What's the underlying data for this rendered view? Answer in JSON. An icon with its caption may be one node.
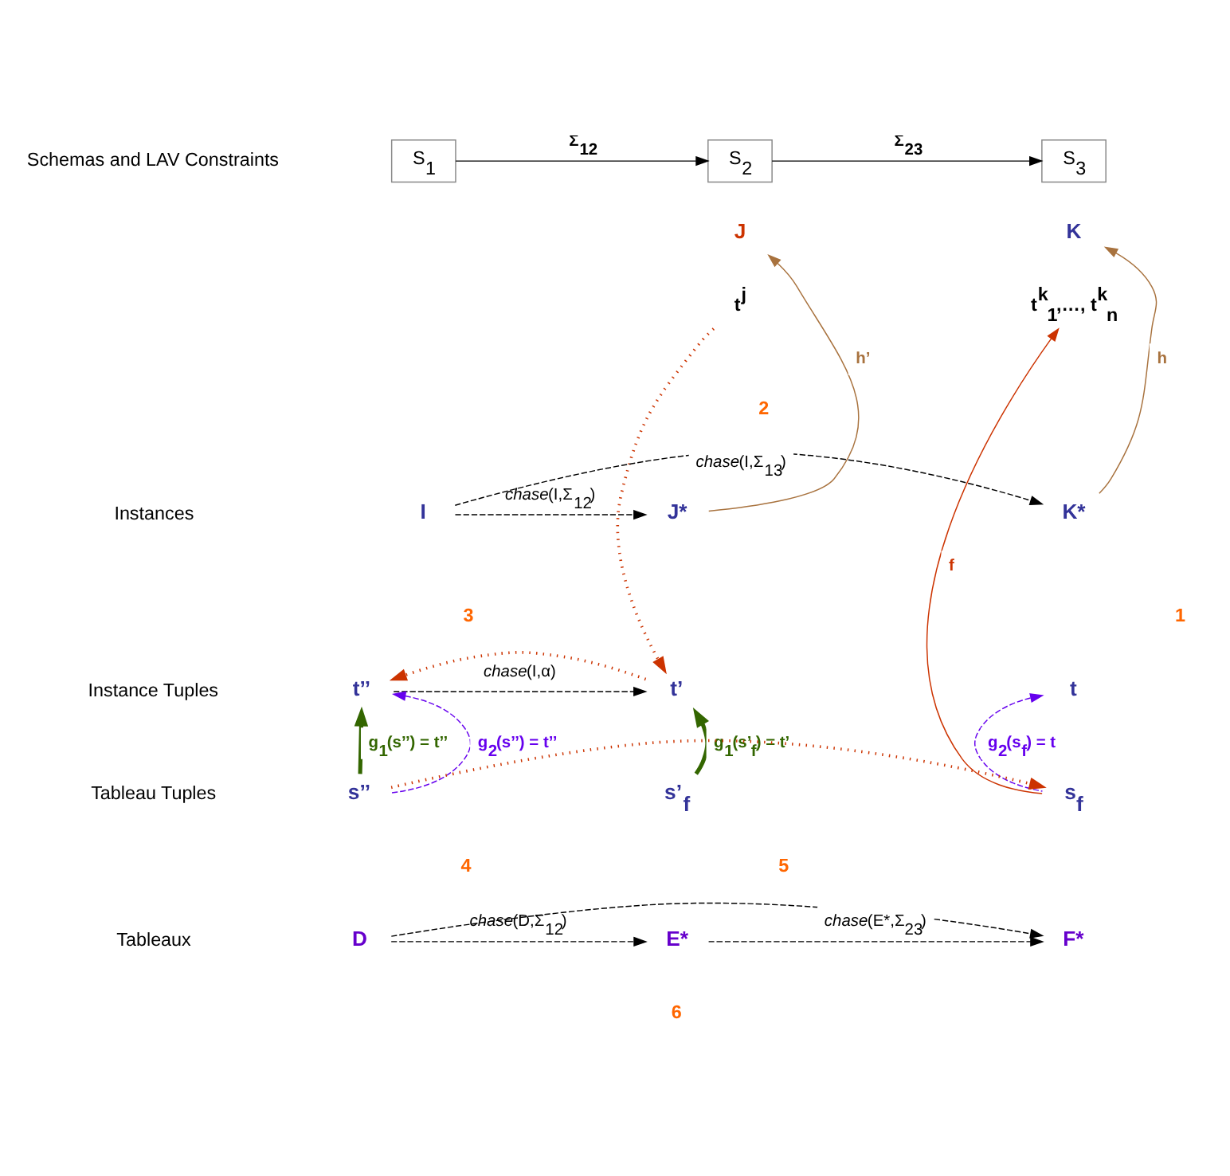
{
  "diagram": {
    "nodes": [
      {
        "text": [
          "S$_{1}$"
        ]
      },
      {
        "text": [
          "S$_{2}$"
        ]
      },
      {
        "text": [
          "S$_{3}$"
        ]
      },
      {
        "text": [
          "J"
        ]
      },
      {
        "text": [
          "t$^{j}$"
        ]
      },
      {
        "text": [
          "K"
        ]
      },
      {
        "text": [
          "t$^{k}$$_{1}$,…, t$^{k}$$_{n}$"
        ]
      },
      {
        "text": [
          "I"
        ]
      },
      {
        "text": [
          "J*"
        ]
      },
      {
        "text": [
          "K*"
        ]
      },
      {
        "text": [
          "t’’"
        ]
      },
      {
        "text": [
          "t’"
        ]
      },
      {
        "text": [
          "t"
        ]
      },
      {
        "text": [
          "s’’"
        ]
      },
      {
        "text": [
          "s’$_{f}$"
        ]
      },
      {
        "text": [
          "s$_{f}$"
        ]
      },
      {
        "text": [
          "D"
        ]
      },
      {
        "text": [
          "E*"
        ]
      },
      {
        "text": [
          "F*"
        ]
      }
    ],
    "edges": [
      {
        "from": 0,
        "to": 1,
        "arrow": "to",
        "label": "Σ$_{12}$"
      },
      {
        "from": 1,
        "to": 2,
        "arrow": "to",
        "label": "Σ$_{23}$"
      },
      {
        "from": 8,
        "to": 3,
        "arrow": "to",
        "label": "h’",
        "color": "#a8723e"
      },
      {
        "from": 9,
        "to": 5,
        "arrow": "to",
        "label": "h",
        "color": "#a8723e"
      },
      {
        "from": 7,
        "to": 8,
        "arrow": "to",
        "style": "dashed",
        "label": "*chase*(I,Σ$_{12}$)"
      },
      {
        "from": 7,
        "to": 9,
        "arrow": "to",
        "style": "dashed",
        "label": "*chase*(I,Σ$_{13}$)"
      },
      {
        "from": 4,
        "to": 11,
        "arrow": "to",
        "style": "dashed",
        "color": "#cc3300"
      },
      {
        "from": 11,
        "to": 10,
        "arrow": "to",
        "style": "dashed",
        "color": "#cc3300"
      },
      {
        "from": 10,
        "to": 11,
        "arrow": "to",
        "style": "dashed",
        "label": "*chase*(I,α)"
      },
      {
        "from": 13,
        "to": 10,
        "arrow": "to",
        "style": "thick",
        "color": "#336600",
        "label": "g$_{1}$(s’’) = t’’"
      },
      {
        "from": 13,
        "to": 10,
        "arrow": "to",
        "style": "dashed",
        "color": "#6600ee",
        "label": "g$_{2}$(s’’) = t’’"
      },
      {
        "from": 14,
        "to": 11,
        "arrow": "to",
        "style": "thick",
        "color": "#336600",
        "label": "g$_{1}$(s’$_{f}$) = t’"
      },
      {
        "from": 15,
        "to": 12,
        "arrow": "to",
        "style": "dashed",
        "color": "#6600ee",
        "label": "g$_{2}$(s$_{f}$) = t"
      },
      {
        "from": 15,
        "to": 6,
        "arrow": "to",
        "color": "#cc3300",
        "label": "f"
      },
      {
        "from": 13,
        "to": 15,
        "arrow": "to",
        "style": "dashed",
        "color": "#cc3300"
      },
      {
        "from": 16,
        "to": 17,
        "arrow": "to",
        "style": "dashed",
        "label": "*chase*(D,Σ$_{12}$)"
      },
      {
        "from": 17,
        "to": 18,
        "arrow": "to",
        "style": "dashed",
        "label": "*chase*(E*,Σ$_{23}$)"
      },
      {
        "from": 16,
        "to": 18,
        "arrow": "to",
        "style": "dashed"
      }
    ],
    "labels": [
      "Schemas and LAV Constraints",
      "Instances",
      "2",
      "1",
      "Instance Tuples",
      "3",
      "Tableau Tuples",
      "Tableaux",
      "4",
      "5",
      "6"
    ]
  }
}
